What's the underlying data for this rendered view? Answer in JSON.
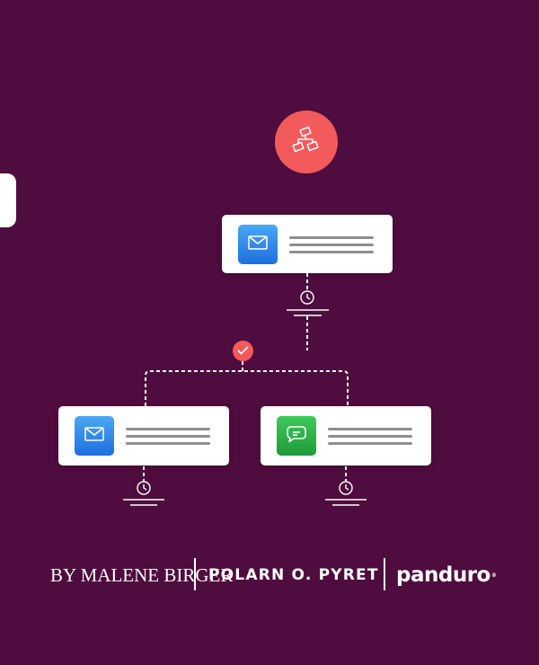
{
  "colors": {
    "background": "#4f0c3e",
    "accent": "#f25a5c",
    "card": "#ffffff",
    "email_tile": "#2d86ea",
    "sms_tile": "#2fb04a",
    "line_gray": "#8e8e8e"
  },
  "flow": {
    "trigger_icon": "sitemap-icon",
    "branch_icon": "checkmark-icon",
    "delay_icon": "clock-icon",
    "steps": [
      {
        "icon": "envelope-icon",
        "type": "email"
      },
      {
        "icon": "envelope-icon",
        "type": "email"
      },
      {
        "icon": "chat-bubble-icon",
        "type": "sms"
      }
    ]
  },
  "logos": {
    "malene_birger": "BY MALENE BIRGER",
    "polarn_o_pyret": "POLARN O. PYRET",
    "panduro": "panduro",
    "panduro_mark": "®"
  }
}
